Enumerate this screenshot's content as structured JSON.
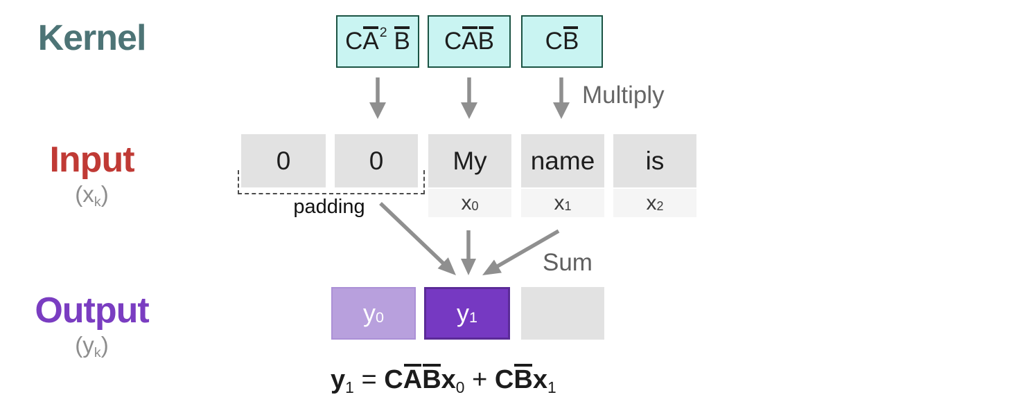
{
  "colors": {
    "kernel_label": "#4d7476",
    "kernel_box_fill": "#c9f4f2",
    "kernel_box_border": "#1a5343",
    "input_label": "#c03a35",
    "output_label": "#7a3dc1",
    "input_cell_fill": "#e2e2e2",
    "index_cell_fill": "#f5f5f5",
    "output_cell_light": "#b8a0dd",
    "output_cell_dark": "#7639c2",
    "output_cell_dark_border": "#5b2b97",
    "arrow_gray": "#8f8f8f",
    "annotation_gray": "#666666"
  },
  "row_labels": {
    "kernel": {
      "label": "Kernel"
    },
    "input": {
      "label": "Input",
      "symbol_parts": [
        {
          "text": "(x"
        },
        {
          "text": "k",
          "sub": true
        },
        {
          "text": ")"
        }
      ]
    },
    "output": {
      "label": "Output",
      "symbol_parts": [
        {
          "text": "(y"
        },
        {
          "text": "k",
          "sub": true
        },
        {
          "text": ")"
        }
      ]
    }
  },
  "kernel_row": {
    "boxes": [
      {
        "parts": [
          {
            "text": "C"
          },
          {
            "text": "A",
            "bar": true
          },
          {
            "text": "2",
            "sup": true
          },
          {
            "text": "B",
            "bar": true,
            "gap": true
          }
        ]
      },
      {
        "parts": [
          {
            "text": "C"
          },
          {
            "text": "A",
            "bar": true
          },
          {
            "text": "B",
            "bar": true
          }
        ]
      },
      {
        "parts": [
          {
            "text": "C"
          },
          {
            "text": "B",
            "bar": true
          }
        ]
      }
    ]
  },
  "annotations": {
    "multiply": "Multiply",
    "sum": "Sum",
    "padding": "padding"
  },
  "input_row": {
    "cells": [
      {
        "text": "0"
      },
      {
        "text": "0"
      },
      {
        "text": "My",
        "index_parts": [
          {
            "text": "x"
          },
          {
            "text": "0",
            "sub": true
          }
        ]
      },
      {
        "text": "name",
        "index_parts": [
          {
            "text": "x"
          },
          {
            "text": "1",
            "sub": true
          }
        ]
      },
      {
        "text": "is",
        "index_parts": [
          {
            "text": "x"
          },
          {
            "text": "2",
            "sub": true
          }
        ]
      }
    ]
  },
  "output_row": {
    "cells": [
      {
        "variant": "light",
        "parts": [
          {
            "text": "y"
          },
          {
            "text": "0",
            "sub": true
          }
        ]
      },
      {
        "variant": "dark",
        "parts": [
          {
            "text": "y"
          },
          {
            "text": "1",
            "sub": true
          }
        ]
      },
      {
        "variant": "empty",
        "parts": []
      }
    ]
  },
  "formula": {
    "parts": [
      {
        "text": "y",
        "bold": true
      },
      {
        "text": "1",
        "sub": true
      },
      {
        "text": "=",
        "op": true
      },
      {
        "text": "C",
        "bold": true
      },
      {
        "text": "A",
        "bold": true,
        "bar": true
      },
      {
        "text": "B",
        "bold": true,
        "bar": true
      },
      {
        "text": "x",
        "bold": true
      },
      {
        "text": "0",
        "sub": true
      },
      {
        "text": "+",
        "op": true
      },
      {
        "text": "C",
        "bold": true
      },
      {
        "text": "B",
        "bold": true,
        "bar": true
      },
      {
        "text": "x",
        "bold": true
      },
      {
        "text": "1",
        "sub": true
      }
    ]
  }
}
